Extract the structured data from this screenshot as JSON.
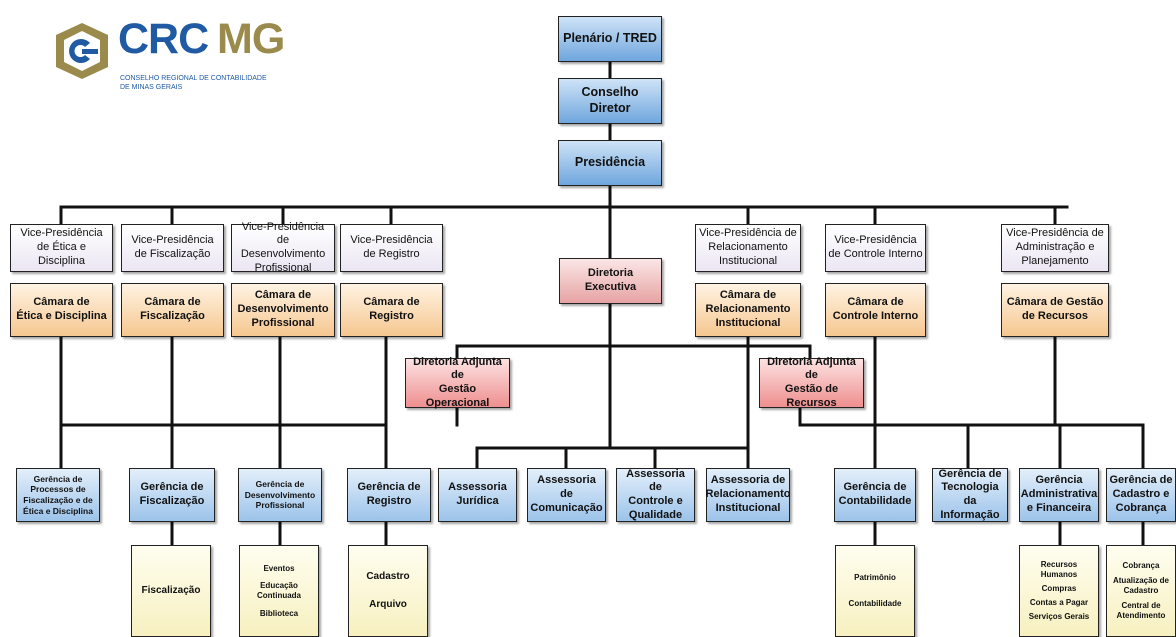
{
  "logo": {
    "brand_crc": "CRC",
    "brand_mg": "MG",
    "subtitle_line1": "CONSELHO REGIONAL DE CONTABILIDADE",
    "subtitle_line2": "DE MINAS GERAIS",
    "brand_blue": "#1f5aa3",
    "brand_gold": "#9a8a4c"
  },
  "top": {
    "plenario": "Plenário / TRED",
    "conselho": "Conselho Diretor",
    "presidencia": "Presidência"
  },
  "vice": {
    "etica": [
      "Vice-Presidência",
      "de Ética e Disciplina"
    ],
    "fiscalizacao": [
      "Vice-Presidência",
      "de Fiscalização"
    ],
    "desenvolvimento": [
      "Vice-Presidência",
      "de Desenvolvimento",
      "Profissional"
    ],
    "registro": [
      "Vice-Presidência",
      "de Registro"
    ],
    "relacionamento": [
      "Vice-Presidência de",
      "Relacionamento",
      "Institucional"
    ],
    "controle": [
      "Vice-Presidência",
      "de Controle Interno"
    ],
    "administracao": [
      "Vice-Presidência de",
      "Administração e",
      "Planejamento"
    ]
  },
  "camara": {
    "etica": [
      "Câmara de",
      "Ética e Disciplina"
    ],
    "fiscalizacao": [
      "Câmara de",
      "Fiscalização"
    ],
    "desenvolvimento": [
      "Câmara de",
      "Desenvolvimento",
      "Profissional"
    ],
    "registro": [
      "Câmara de",
      "Registro"
    ],
    "relacionamento": [
      "Câmara de",
      "Relacionamento",
      "Institucional"
    ],
    "controle": [
      "Câmara de",
      "Controle Interno"
    ],
    "recursos": [
      "Câmara de Gestão",
      "de Recursos"
    ]
  },
  "diretoria": {
    "executiva": [
      "Diretoria",
      "Executiva"
    ],
    "adjunta_operacional": [
      "Diretoria Adjunta de",
      "Gestão Operacional"
    ],
    "adjunta_recursos": [
      "Diretoria Adjunta de",
      "Gestão de Recursos"
    ]
  },
  "gerencias": {
    "processos": [
      "Gerência de",
      "Processos de",
      "Fiscalização e de",
      "Ética e Disciplina"
    ],
    "fiscalizacao": [
      "Gerência de",
      "Fiscalização"
    ],
    "desenvolvimento": [
      "Gerência de",
      "Desenvolvimento",
      "Profissional"
    ],
    "registro": [
      "Gerência de",
      "Registro"
    ],
    "assessoria_juridica": [
      "Assessoria",
      "Jurídica"
    ],
    "assessoria_comunicacao": [
      "Assessoria de",
      "Comunicação"
    ],
    "assessoria_controle": [
      "Assessoria de",
      "Controle e",
      "Qualidade"
    ],
    "assessoria_relacionamento": [
      "Assessoria de",
      "Relacionamento",
      "Institucional"
    ],
    "contabilidade": [
      "Gerência de",
      "Contabilidade"
    ],
    "tecnologia": [
      "Gerência de",
      "Tecnologia da",
      "Informação"
    ],
    "administrativa": [
      "Gerência",
      "Administrativa",
      "e Financeira"
    ],
    "cadastro": [
      "Gerência de",
      "Cadastro e",
      "Cobrança"
    ]
  },
  "details": {
    "fiscalizacao": [
      "Fiscalização"
    ],
    "desenvolvimento": [
      "Eventos",
      "Educação Continuada",
      "Biblioteca"
    ],
    "registro": [
      "Cadastro",
      "Arquivo"
    ],
    "contabilidade": [
      "Patrimônio",
      "Contabilidade"
    ],
    "administrativa": [
      "Recursos Humanos",
      "Compras",
      "Contas a Pagar",
      "Serviços Gerais"
    ],
    "cadastro": [
      "Cobrança",
      "Atualização de Cadastro",
      "Central de Atendimento"
    ]
  }
}
